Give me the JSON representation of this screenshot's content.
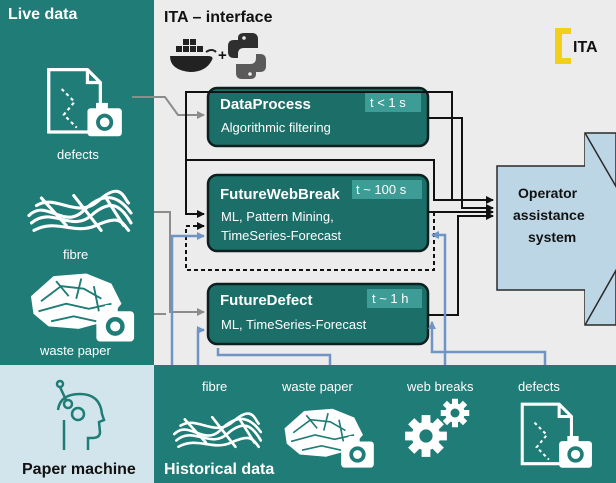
{
  "header": {
    "interface_title": "ITA – interface",
    "plus_sign": "+",
    "logo_text": "ITA"
  },
  "live_data": {
    "title": "Live data",
    "items": [
      {
        "label": "defects",
        "icon": "defect-document-camera-icon"
      },
      {
        "label": "fibre",
        "icon": "fibre-bundle-icon"
      },
      {
        "label": "waste paper",
        "icon": "waste-paper-camera-icon"
      }
    ]
  },
  "modules": {
    "data_process": {
      "title": "DataProcess",
      "line1": "Algorithmic filtering",
      "line2": "",
      "time": "t < 1 s"
    },
    "future_web_break": {
      "title": "FutureWebBreak",
      "line1": "ML, Pattern Mining,",
      "line2": "TimeSeries-Forecast",
      "time": "t ~ 100 s"
    },
    "future_defect": {
      "title": "FutureDefect",
      "line1": "ML, TimeSeries-Forecast",
      "line2": "",
      "time": "t ~ 1 h"
    }
  },
  "output": {
    "line1": "Operator",
    "line2": "assistance",
    "line3": "system"
  },
  "paper_machine": {
    "label": "Paper machine",
    "icon": "head-gears-icon"
  },
  "historical_data": {
    "title": "Historical data",
    "items": [
      {
        "label": "fibre",
        "icon": "fibre-bundle-icon"
      },
      {
        "label": "waste paper",
        "icon": "waste-paper-camera-icon"
      },
      {
        "label": "web breaks",
        "icon": "gears-icon"
      },
      {
        "label": "defects",
        "icon": "defect-document-camera-icon"
      }
    ]
  },
  "colors": {
    "teal": "#1f7c76",
    "module_fill": "#1c6f69",
    "time_badge": "#3d9c95",
    "paper_machine_bg": "#d2e5ec",
    "center_bg": "#ececec",
    "output_arrow": "#bcd6e6",
    "blue_line": "#6f95c4",
    "dark_line": "#111111",
    "gray_line": "#8c8c8c",
    "logo_yellow": "#f2cf1a"
  }
}
